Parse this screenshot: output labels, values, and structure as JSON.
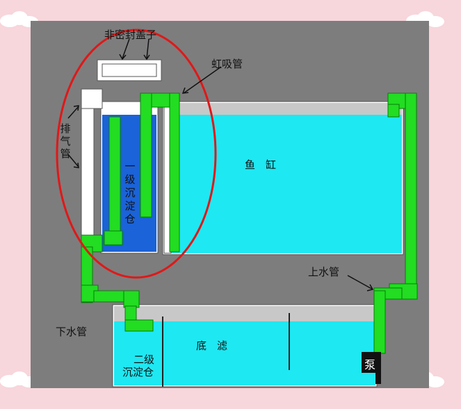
{
  "labels": {
    "cover": "非密封盖子",
    "siphon": "虹吸管",
    "vent": "排气管",
    "tank": "鱼　缸",
    "first_chamber": "一级沉淀仓",
    "drain": "下水管",
    "inlet": "上水管",
    "sump": "底　滤",
    "second_chamber_line1": "二级",
    "second_chamber_line2": "沉淀仓",
    "pump": "泵"
  },
  "colors": {
    "frame_bg": "#f7d6dc",
    "panel": "#7d7d7d",
    "water": "#1ee8f2",
    "chamber_water": "#1a63d8",
    "pipe": "#22dd22",
    "pipe_edge": "#0b7a0b",
    "glass": "#ffffff",
    "highlight_ellipse": "#e01818"
  }
}
